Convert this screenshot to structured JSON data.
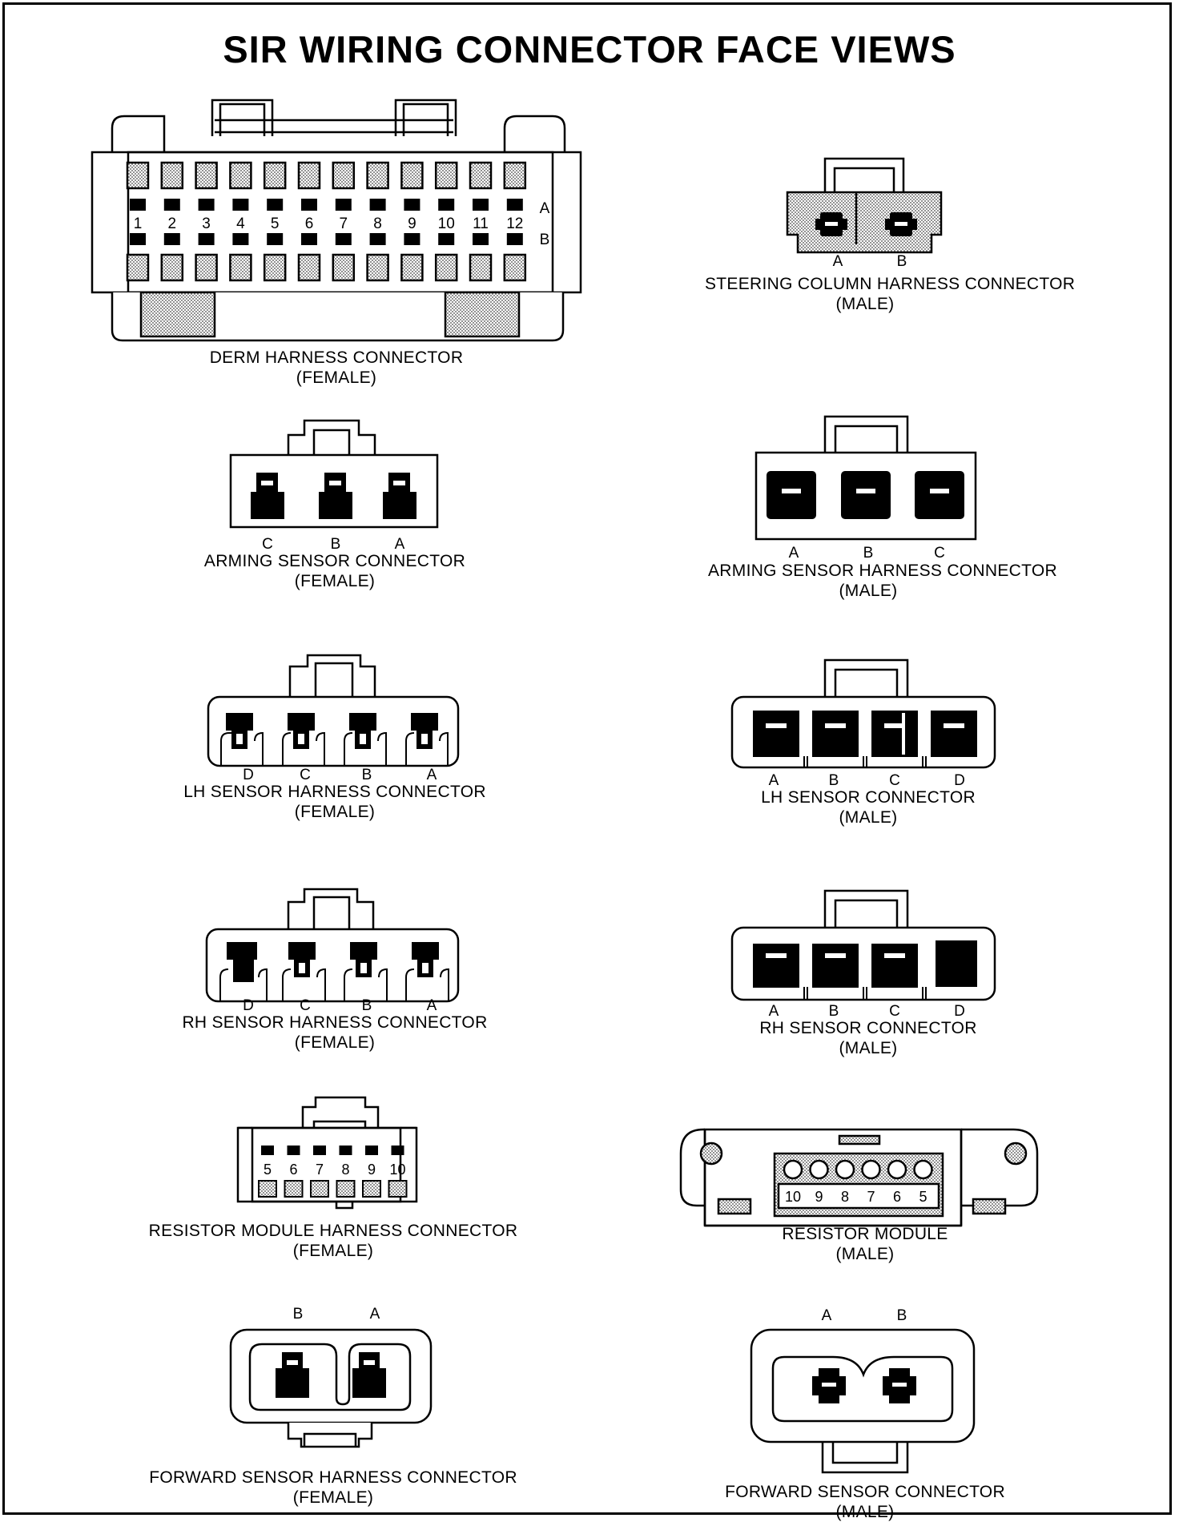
{
  "title": "SIR WIRING CONNECTOR FACE VIEWS",
  "colors": {
    "ink": "#000000",
    "shade": "#b8b8b8",
    "background": "#ffffff"
  },
  "connectors": {
    "derm_harness": {
      "name": "DERM HARNESS CONNECTOR",
      "gender": "(FEMALE)",
      "pins": [
        "1",
        "2",
        "3",
        "4",
        "5",
        "6",
        "7",
        "8",
        "9",
        "10",
        "11",
        "12"
      ],
      "rows": [
        "A",
        "B"
      ]
    },
    "steering_column_harness": {
      "name": "STEERING COLUMN HARNESS CONNECTOR",
      "gender": "(MALE)",
      "pins": [
        "A",
        "B"
      ]
    },
    "arming_sensor": {
      "name": "ARMING SENSOR CONNECTOR",
      "gender": "(FEMALE)",
      "pins": [
        "C",
        "B",
        "A"
      ]
    },
    "arming_sensor_harness": {
      "name": "ARMING SENSOR HARNESS CONNECTOR",
      "gender": "(MALE)",
      "pins": [
        "A",
        "B",
        "C"
      ]
    },
    "lh_sensor_harness": {
      "name": "LH SENSOR HARNESS CONNECTOR",
      "gender": "(FEMALE)",
      "pins": [
        "D",
        "C",
        "B",
        "A"
      ]
    },
    "lh_sensor": {
      "name": "LH SENSOR CONNECTOR",
      "gender": "(MALE)",
      "pins": [
        "A",
        "B",
        "C",
        "D"
      ]
    },
    "rh_sensor_harness": {
      "name": "RH SENSOR HARNESS CONNECTOR",
      "gender": "(FEMALE)",
      "pins": [
        "D",
        "C",
        "B",
        "A"
      ]
    },
    "rh_sensor": {
      "name": "RH SENSOR CONNECTOR",
      "gender": "(MALE)",
      "pins": [
        "A",
        "B",
        "C",
        "D"
      ]
    },
    "resistor_module_harness": {
      "name": "RESISTOR MODULE HARNESS CONNECTOR",
      "gender": "(FEMALE)",
      "pins": [
        "5",
        "6",
        "7",
        "8",
        "9",
        "10"
      ]
    },
    "resistor_module": {
      "name": "RESISTOR MODULE",
      "gender": "(MALE)",
      "pins": [
        "10",
        "9",
        "8",
        "7",
        "6",
        "5"
      ]
    },
    "forward_sensor_harness": {
      "name": "FORWARD SENSOR HARNESS CONNECTOR",
      "gender": "(FEMALE)",
      "pins": [
        "B",
        "A"
      ]
    },
    "forward_sensor": {
      "name": "FORWARD SENSOR CONNECTOR",
      "gender": "(MALE)",
      "pins": [
        "A",
        "B"
      ]
    }
  }
}
